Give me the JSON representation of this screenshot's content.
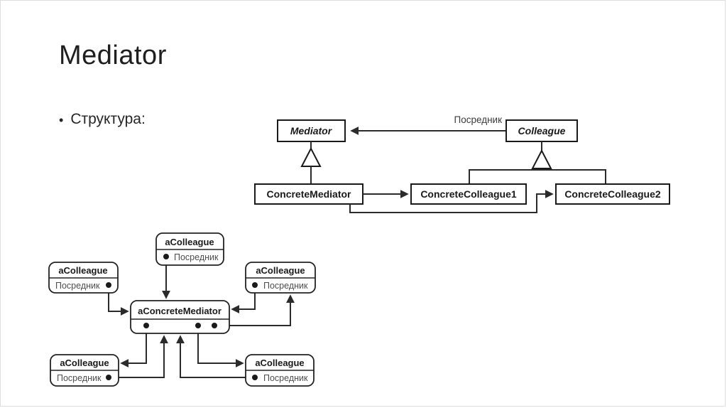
{
  "slide": {
    "title": "Mediator",
    "bullet_glyph": "•",
    "bullet": "Структура:"
  },
  "class_diagram": {
    "mediator": "Mediator",
    "colleague": "Colleague",
    "concrete_mediator": "ConcreteMediator",
    "concrete_colleague1": "ConcreteColleague1",
    "concrete_colleague2": "ConcreteColleague2",
    "association_label": "Посредник"
  },
  "object_diagram": {
    "mediator_title": "aConcreteMediator",
    "colleague_title": "aColleague",
    "attribute_label": "Посредник"
  },
  "colors": {
    "background": "#ffffff",
    "line": "#2b2b2b",
    "text": "#1a1a1a",
    "muted_text": "#4d4d4d",
    "slide_border": "#dedede"
  }
}
